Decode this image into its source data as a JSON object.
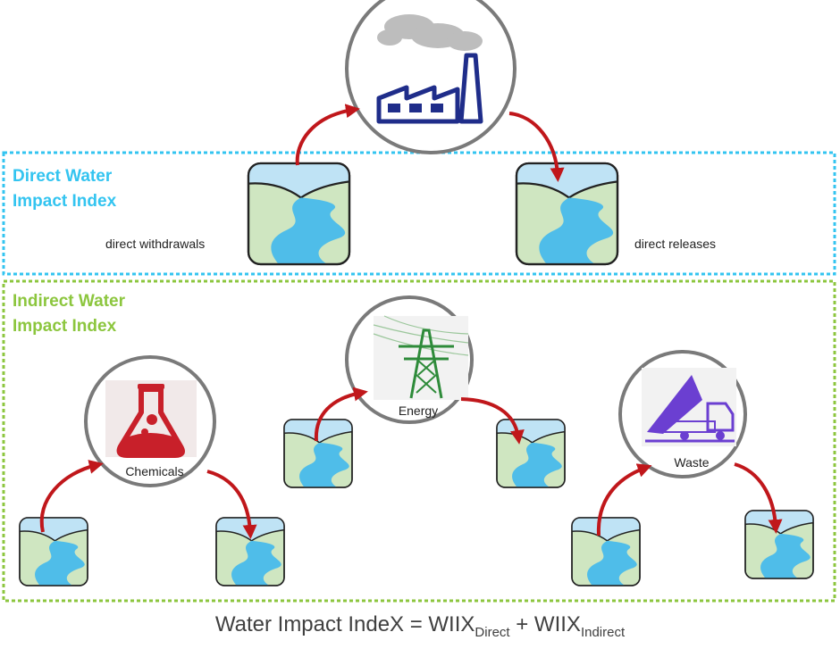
{
  "colors": {
    "direct_accent": "#33c4f0",
    "indirect_accent": "#8cc63e",
    "arrow": "#c0171b",
    "circle_border": "#7a7a7a",
    "water_sky": "#bfe3f5",
    "water_land": "#cfe6c1",
    "river": "#4fbde9",
    "factory": "#1f2d8a",
    "smoke": "#bdbdbd"
  },
  "direct": {
    "title_line1": "Direct Water",
    "title_line2": "Impact Index",
    "withdrawals_label": "direct withdrawals",
    "releases_label": "direct releases"
  },
  "indirect": {
    "title_line1": "Indirect Water",
    "title_line2": "Impact Index",
    "chemicals_label": "Chemicals",
    "energy_label": "Energy",
    "waste_label": "Waste"
  },
  "icons": {
    "factory": "factory-icon",
    "chemicals": "flask-icon",
    "energy": "power-tower-icon",
    "waste": "dump-truck-icon",
    "water": "river-landscape-icon"
  },
  "formula": {
    "lhs": "Water Impact IndeX = WIIX",
    "sub1": "Direct",
    "plus": " + WIIX",
    "sub2": "Indirect"
  }
}
